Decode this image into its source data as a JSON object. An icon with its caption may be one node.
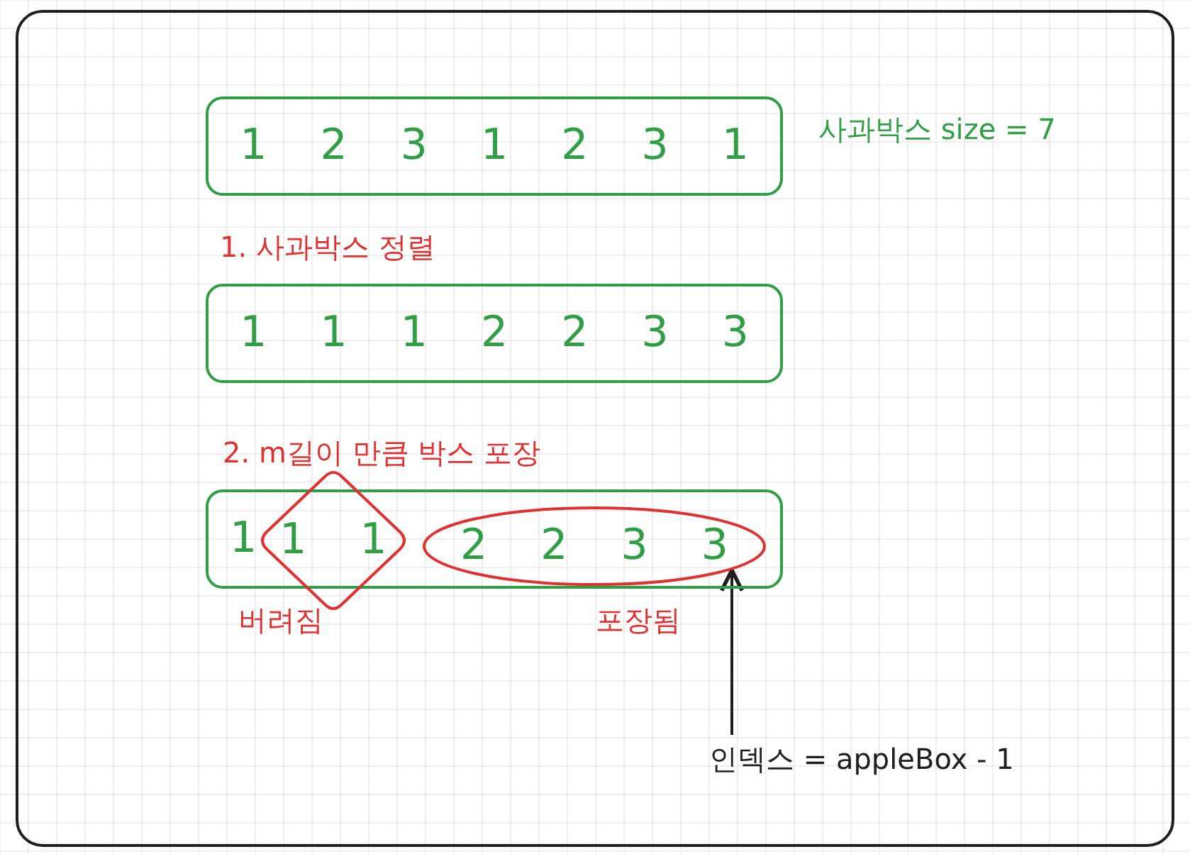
{
  "diagram": {
    "nodes": [
      {
        "text": [
          "1 2 3 1 2 3 1"
        ],
        "beside": [
          "사과박스 size = 7"
        ]
      },
      {
        "text": [
          "1 1 1 2 2 3 3"
        ]
      },
      {
        "text": [
          "1"
        ]
      },
      {
        "text": [
          "1 1"
        ],
        "beside": [
          "버려짐"
        ]
      },
      {
        "text": [
          "2 2 3 3"
        ],
        "in": 2,
        "beside": [
          "포장됨"
        ]
      },
      {
        "text": [
          "인덱스 = appleBox - 1"
        ]
      }
    ],
    "edges": [
      {
        "from": 5,
        "to": 4,
        "arrow": "to"
      }
    ],
    "labels": [
      "1. 사과박스 정렬",
      "2. m길이 만큼 박스 포장"
    ]
  }
}
